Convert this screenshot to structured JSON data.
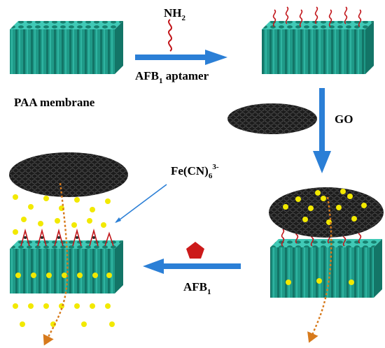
{
  "labels": {
    "membrane": "PAA membrane",
    "nh2_main": "NH",
    "nh2_sub": "2",
    "aptamer_main": "AFB",
    "aptamer_sub": "1",
    "aptamer_rest": " aptamer",
    "go": "GO",
    "fe_main": "Fe(CN)",
    "fe_sub": "6",
    "fe_sup": "3-",
    "afb_main": "AFB",
    "afb_sub": "1"
  },
  "colors": {
    "membrane_top": "#40c9b6",
    "membrane_front": "#1f9a88",
    "membrane_dark": "#137567",
    "arrow": "#2b7fd6",
    "aptamer": "#c2161b",
    "go_sheet": "#1c1c1c",
    "ion": "#f2e900",
    "pentagon": "#cc1a1a",
    "diffusion": "#d77a1c"
  },
  "icons": [
    "nh2-aptamer-strand-icon",
    "afb1-pentagon-icon",
    "graphene-oxide-sheet-icon",
    "ferricyanide-ion-icon"
  ]
}
